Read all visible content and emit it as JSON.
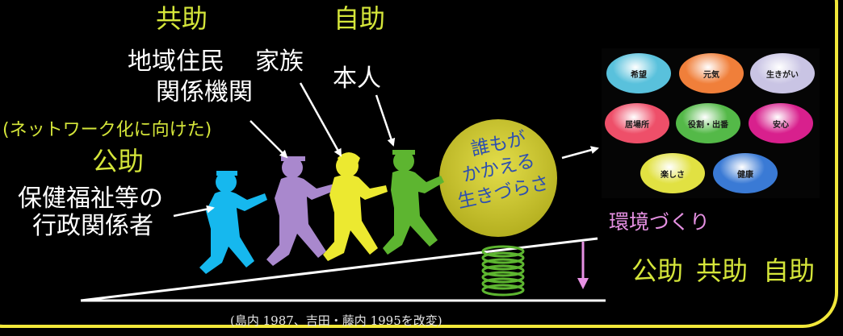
{
  "labels": {
    "kyojo_top": "共助",
    "jijo_top": "自助",
    "chiiki": "地域住民",
    "kazoku": "家族",
    "kankei": "関係機関",
    "honnin": "本人",
    "network": "(ネットワーク化に向けた)",
    "kojo": "公助",
    "hoken1": "保健福祉等の",
    "hoken2": "行政関係者",
    "ball1": "誰もが",
    "ball2": "かかえる",
    "ball3": "生きづらさ",
    "kankyo": "環境づくり",
    "bottom_kojo": "公助",
    "bottom_kyojo": "共助",
    "bottom_jijo": "自助",
    "source": "(島内 1987、吉田・藤内 1995を改変)"
  },
  "bubbles": [
    {
      "label": "希望",
      "color": "#59c1dc"
    },
    {
      "label": "元気",
      "color": "#f07f3a"
    },
    {
      "label": "生きがい",
      "color": "#c9c4e4"
    },
    {
      "label": "居場所",
      "color": "#ee4f69"
    },
    {
      "label": "役割・出番",
      "color": "#54b948"
    },
    {
      "label": "安心",
      "color": "#d8208d"
    },
    {
      "label": "楽しさ",
      "color": "#e1e142"
    },
    {
      "label": "健康",
      "color": "#3a7ad5"
    }
  ],
  "colors": {
    "frame": "#f2e83a",
    "person_blue": "#16b8ee",
    "person_purple": "#a988cd",
    "person_yellow": "#ece930",
    "person_green": "#5db530",
    "ball": "#cfcb2f",
    "spring": "#5db530",
    "arrow_down": "#e691e3"
  }
}
